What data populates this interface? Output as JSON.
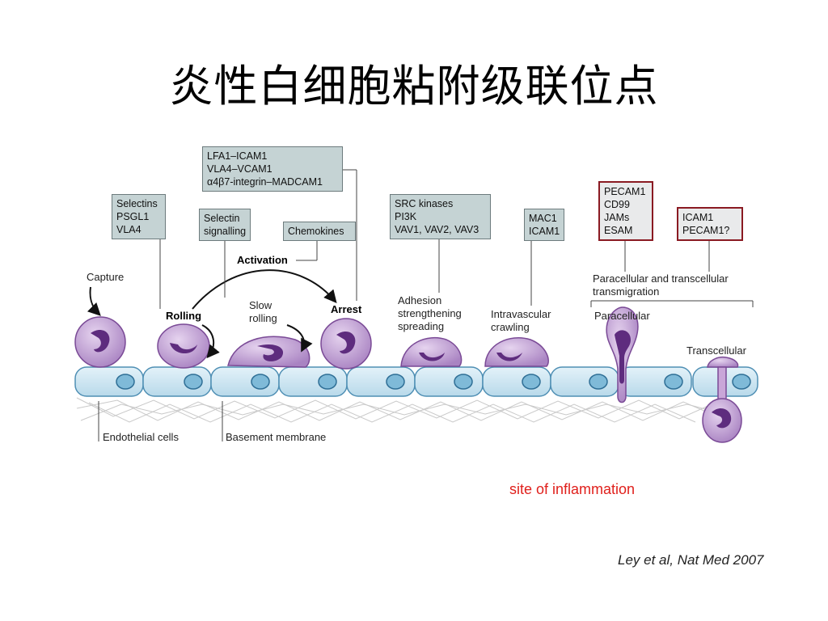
{
  "title": "炎性白细胞粘附级联位点",
  "boxes": {
    "ligands": [
      "LFA1–ICAM1",
      "VLA4–VCAM1",
      "α4β7-integrin–MADCAM1"
    ],
    "capture": [
      "Selectins",
      "PSGL1",
      "VLA4"
    ],
    "selectin_signalling": [
      "Selectin",
      "signalling"
    ],
    "chemokines": [
      "Chemokines"
    ],
    "src": [
      "SRC kinases",
      "PI3K",
      "VAV1, VAV2, VAV3"
    ],
    "mac1": [
      "MAC1",
      "ICAM1"
    ],
    "pecam": [
      "PECAM1",
      "CD99",
      "JAMs",
      "ESAM"
    ],
    "icam": [
      "ICAM1",
      "PECAM1?"
    ]
  },
  "labels": {
    "activation": "Activation",
    "capture": "Capture",
    "rolling": "Rolling",
    "slow_rolling": [
      "Slow",
      "rolling"
    ],
    "arrest": "Arrest",
    "adhesion": [
      "Adhesion",
      "strengthening",
      "spreading"
    ],
    "crawling": [
      "Intravascular",
      "crawling"
    ],
    "transmigration": [
      "Paracellular and transcellular",
      "transmigration"
    ],
    "paracellular": "Paracellular",
    "transcellular": "Transcellular",
    "endothelial": "Endothelial cells",
    "basement": "Basement membrane"
  },
  "site": "site of inflammation",
  "citation": "Ley et al, Nat Med 2007",
  "colors": {
    "leukocyte_fill": "#c9a6d8",
    "leukocyte_edge": "#7a4a96",
    "nucleus": "#5e2c7e",
    "endothelium_fill": "#cfe7f2",
    "endothelium_edge": "#4f8fb4",
    "box_fill": "#c5d3d4",
    "box_red_border": "#8a1a22",
    "site_text": "#e0201c"
  }
}
